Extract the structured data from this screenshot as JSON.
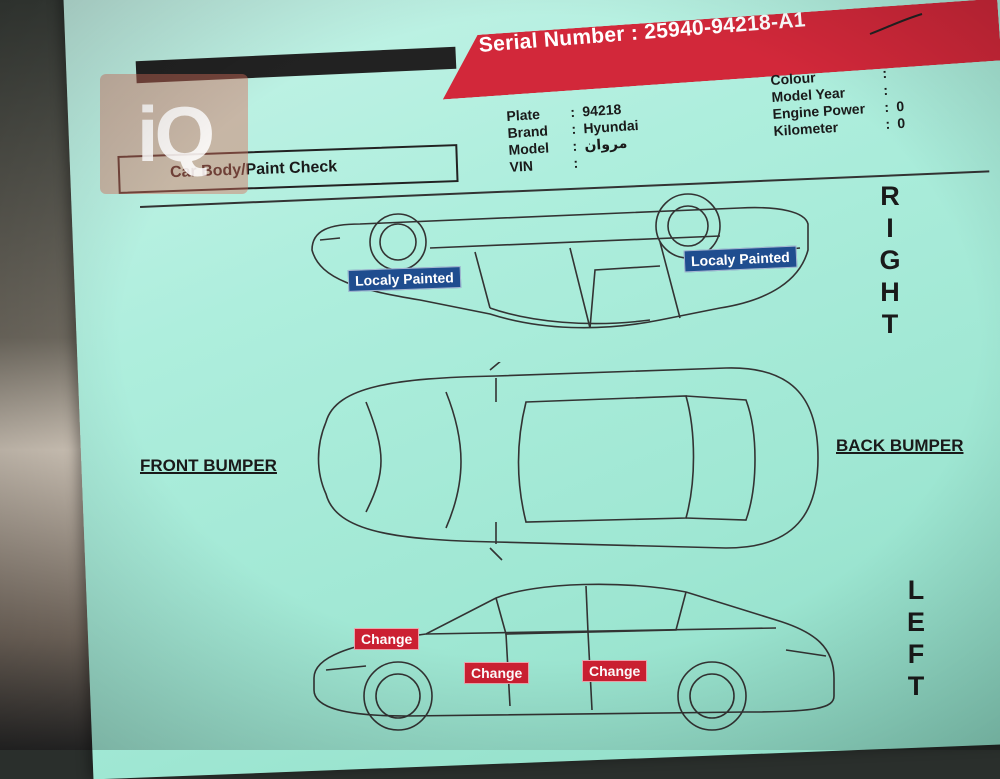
{
  "header": {
    "serial_label": "Serial Number :",
    "serial_number": "25940-94218-A1"
  },
  "vehicle_info": {
    "left": [
      {
        "key": "Plate",
        "value": "94218"
      },
      {
        "key": "Brand",
        "value": "Hyundai"
      },
      {
        "key": "Model",
        "value": "مروان"
      },
      {
        "key": "VIN",
        "value": ""
      }
    ],
    "right": [
      {
        "key": "Colour",
        "value": ""
      },
      {
        "key": "Model Year",
        "value": ""
      },
      {
        "key": "Engine Power",
        "value": "0"
      },
      {
        "key": "Kilometer",
        "value": "0"
      }
    ]
  },
  "watermark_text": "iQ",
  "section_title": "Car Body/Paint Check",
  "labels": {
    "right": [
      "R",
      "I",
      "G",
      "H",
      "T"
    ],
    "left": [
      "L",
      "E",
      "F",
      "T"
    ],
    "front_bumper": "FRONT BUMPER",
    "back_bumper": "BACK BUMPER"
  },
  "marks": {
    "right_side": [
      "Localy Painted",
      "Localy Painted"
    ],
    "left_side": [
      "Change",
      "Change",
      "Change"
    ]
  },
  "colors": {
    "sheet": "#aeeedd",
    "serial_bar": "#d2283a",
    "tag_painted": "#1f4d8f",
    "tag_change": "#cc2032"
  }
}
